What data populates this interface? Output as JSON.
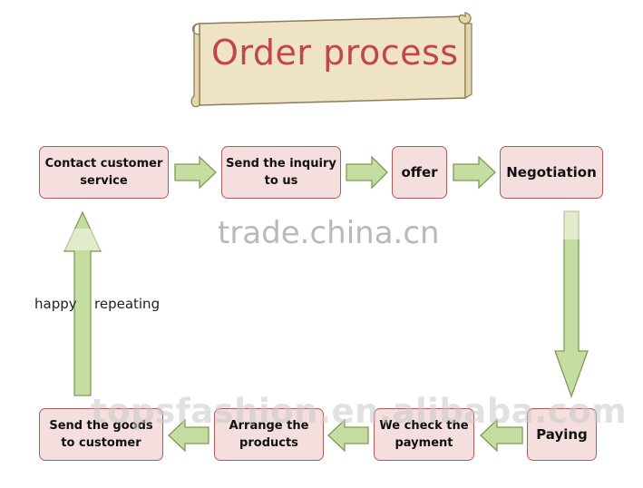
{
  "title": "Order process",
  "steps": {
    "contact": {
      "line1": "Contact customer",
      "line2": "service"
    },
    "inquiry": {
      "line1": "Send the inquiry",
      "line2": "to us"
    },
    "offer": "offer",
    "negotiation": "Negotiation",
    "paying": "Paying",
    "check": {
      "line1": "We check the",
      "line2": "payment"
    },
    "arrange": {
      "line1": "Arrange the",
      "line2": "products"
    },
    "send_goods": {
      "line1": "Send the goods",
      "line2": "to customer"
    }
  },
  "loop_label": {
    "left": "happy",
    "right": "repeating"
  },
  "watermarks": {
    "top": "trade.china.cn",
    "bottom": "topsfashion.en.alibaba.com"
  },
  "colors": {
    "box_fill": "#f4dede",
    "box_border": "#b25a5a",
    "arrow_fill": "#c6dda2",
    "arrow_stroke": "#7f9a56",
    "title": "#c0464a",
    "banner": "#efe3c5"
  }
}
